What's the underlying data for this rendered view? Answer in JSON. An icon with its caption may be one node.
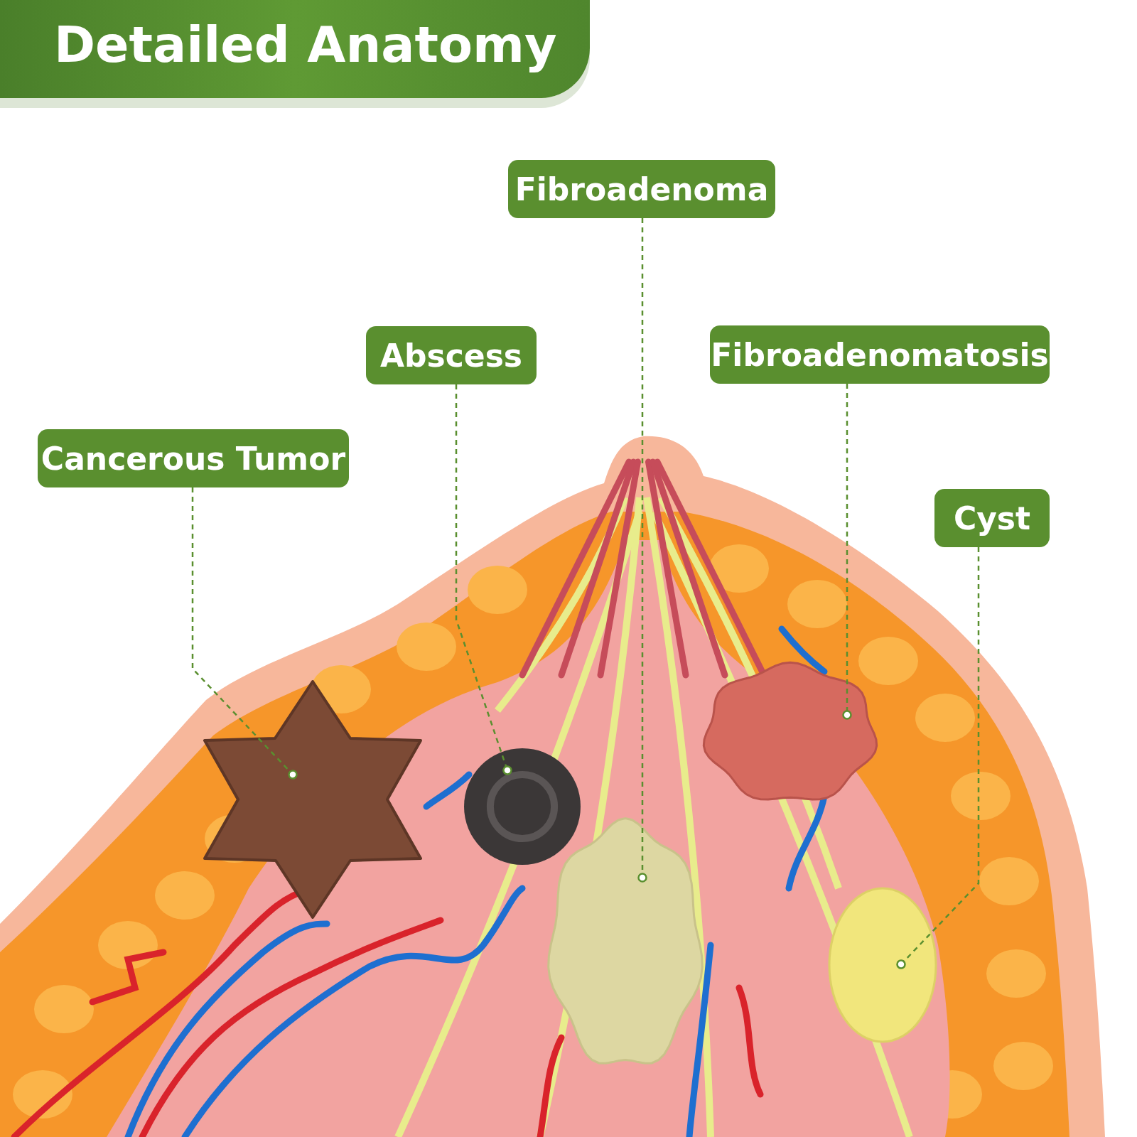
{
  "diagram": {
    "title": "Detailed Anatomy",
    "nodes": [
      {
        "text": [
          "Fibroadenoma"
        ]
      },
      {
        "text": [
          "Abscess"
        ]
      },
      {
        "text": [
          "Fibroadenomatosis"
        ]
      },
      {
        "text": [
          "Cancerous Tumor"
        ]
      },
      {
        "text": [
          "Cyst"
        ]
      },
      {
        "text": [],
        "shape": "star"
      },
      {
        "text": [],
        "shape": "circle"
      },
      {
        "text": [],
        "shape": "blob"
      },
      {
        "text": [],
        "shape": "blob"
      },
      {
        "text": [],
        "shape": "ellipse"
      }
    ],
    "edges": [
      {
        "from": 0,
        "to": 7,
        "arrow": "other"
      },
      {
        "from": 1,
        "to": 6,
        "arrow": "other"
      },
      {
        "from": 2,
        "to": 8,
        "arrow": "other"
      },
      {
        "from": 3,
        "to": 5,
        "arrow": "other"
      },
      {
        "from": 4,
        "to": 9,
        "arrow": "other"
      }
    ]
  }
}
